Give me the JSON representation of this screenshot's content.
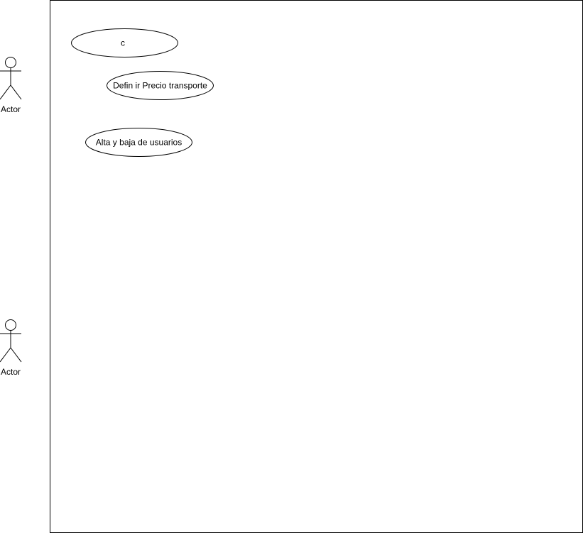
{
  "diagram": {
    "type": "use-case",
    "actors": [
      {
        "id": "actor-1",
        "label": "Actor"
      },
      {
        "id": "actor-2",
        "label": "Actor"
      }
    ],
    "use_cases": [
      {
        "id": "uc-1",
        "label": "c"
      },
      {
        "id": "uc-2",
        "label": "Defin ir Precio transporte"
      },
      {
        "id": "uc-3",
        "label": "Alta y baja de usuarios"
      }
    ]
  },
  "colors": {
    "stroke": "#000000",
    "background": "#ffffff"
  }
}
